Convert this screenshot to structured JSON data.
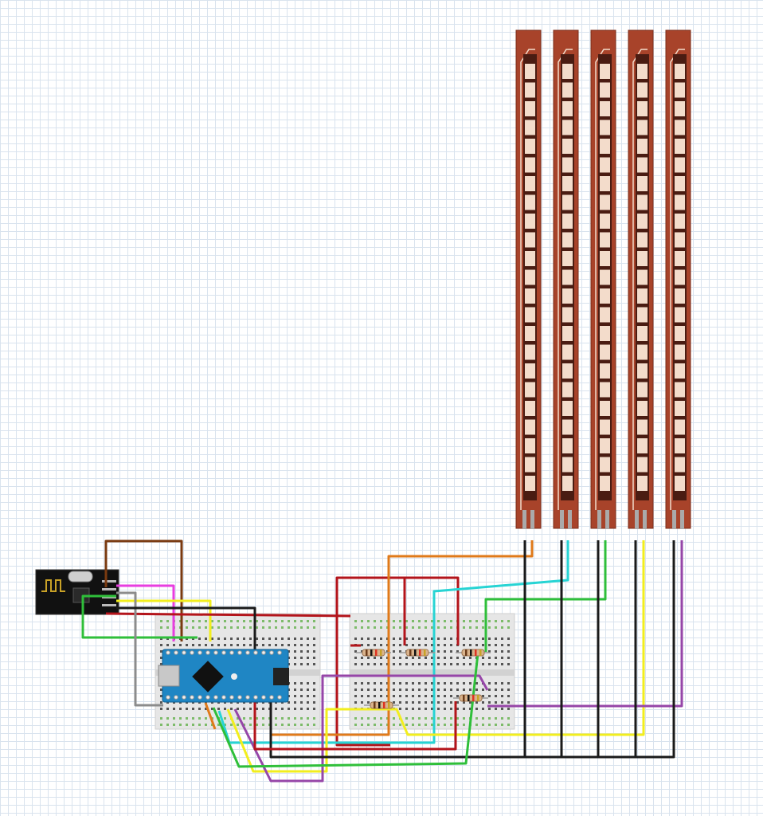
{
  "schematic": {
    "components": {
      "radio_module": {
        "kind": "nRF24L01 wireless transceiver"
      },
      "microcontroller": {
        "kind": "Arduino Nano"
      },
      "breadboards": [
        {
          "kind": "half breadboard (left)"
        },
        {
          "kind": "half breadboard (right)"
        }
      ],
      "flex_sensors": [
        {
          "kind": "flex sensor"
        },
        {
          "kind": "flex sensor"
        },
        {
          "kind": "flex sensor"
        },
        {
          "kind": "flex sensor"
        },
        {
          "kind": "flex sensor"
        }
      ],
      "resistors": [
        {
          "kind": "resistor"
        },
        {
          "kind": "resistor"
        },
        {
          "kind": "resistor"
        },
        {
          "kind": "resistor"
        },
        {
          "kind": "resistor"
        }
      ]
    },
    "wire_colors": {
      "power": "#b3141b",
      "ground": "#1a1a1a",
      "brown": "#7a3a10",
      "magenta": "#e83ee0",
      "yellow": "#f2ee1e",
      "green": "#2fbf3a",
      "gray": "#8c8c8c",
      "orange": "#e07a1a",
      "cyan": "#27d4d4",
      "purple": "#9646a8"
    },
    "colors": {
      "flex_body": "#a8432a",
      "flex_segment": "#f3dccb",
      "nano_board": "#1f86c4",
      "breadboard": "#e8e8e8",
      "radio_pcb": "#111111"
    }
  }
}
